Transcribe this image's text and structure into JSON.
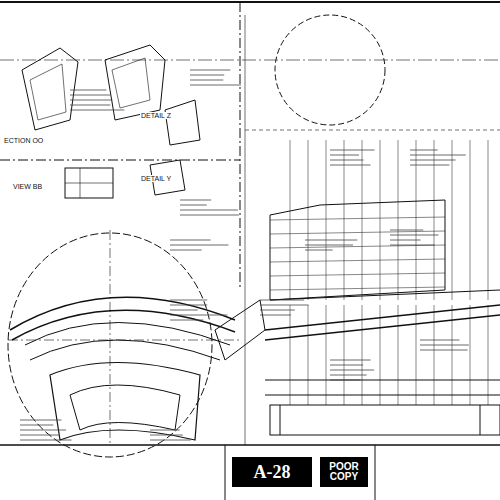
{
  "diagram": {
    "nodes": [
      {
        "text": [
          "A-28"
        ]
      },
      {
        "text": [
          "POOR COPY"
        ]
      }
    ],
    "labels": [
      "DETAIL Z",
      "ECTION OO",
      "DETAIL Y",
      "VIEW BB"
    ]
  }
}
